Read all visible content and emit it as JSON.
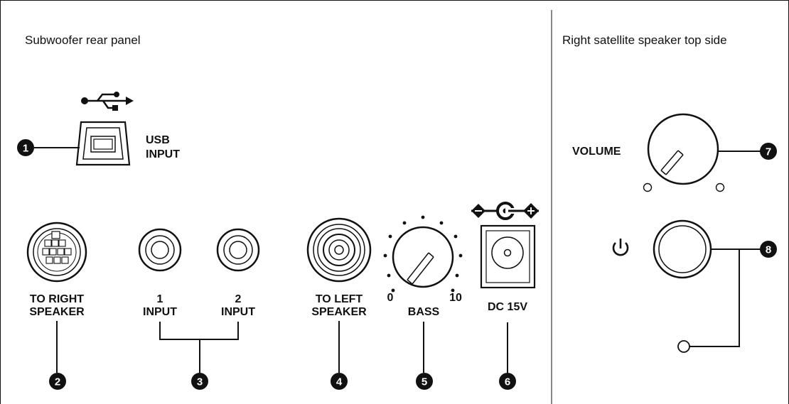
{
  "panels": {
    "left_title": "Subwoofer rear panel",
    "right_title": "Right satellite speaker top side"
  },
  "labels": {
    "usb_line1": "USB",
    "usb_line2": "INPUT",
    "to_right_line1": "TO RIGHT",
    "to_right_line2": "SPEAKER",
    "input1_num": "1",
    "input1_word": "INPUT",
    "input2_num": "2",
    "input2_word": "INPUT",
    "to_left_line1": "TO LEFT",
    "to_left_line2": "SPEAKER",
    "bass_min": "0",
    "bass_max": "10",
    "bass": "BASS",
    "dc": "DC 15V",
    "volume": "VOLUME"
  },
  "callouts": [
    "1",
    "2",
    "3",
    "4",
    "5",
    "6",
    "7",
    "8"
  ],
  "icons": {
    "usb": "usb-symbol-icon",
    "polarity": "dc-polarity-icon",
    "power": "power-icon"
  }
}
